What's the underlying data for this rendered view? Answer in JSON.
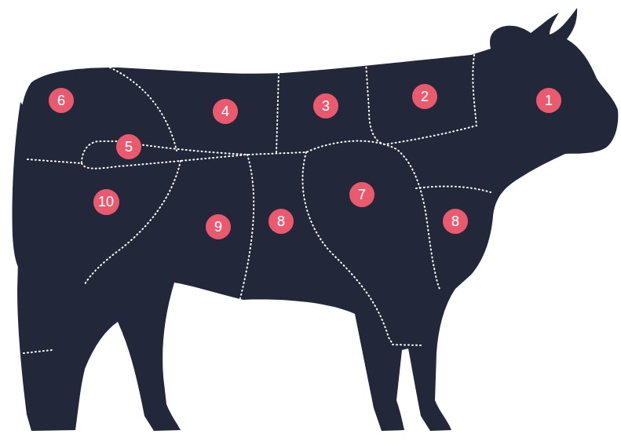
{
  "diagram": {
    "nodes": [
      {
        "text": [
          "6"
        ]
      },
      {
        "text": [
          "4"
        ]
      },
      {
        "text": [
          "3"
        ]
      },
      {
        "text": [
          "2"
        ]
      },
      {
        "text": [
          "1"
        ]
      },
      {
        "text": [
          "5"
        ]
      },
      {
        "text": [
          "7"
        ]
      },
      {
        "text": [
          "10"
        ]
      },
      {
        "text": [
          "9"
        ]
      },
      {
        "text": [
          "8"
        ]
      },
      {
        "text": [
          "8"
        ]
      }
    ]
  }
}
